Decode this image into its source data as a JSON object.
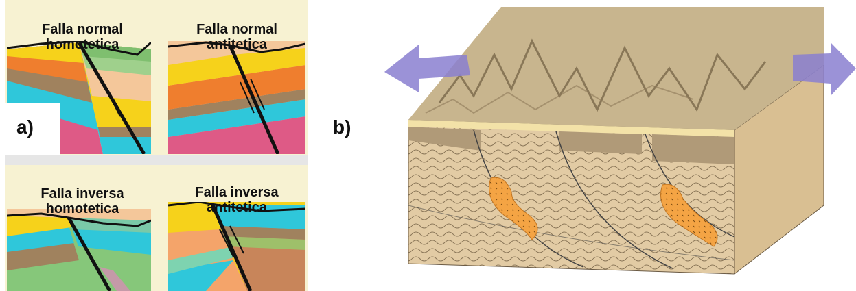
{
  "panel_a": {
    "label": "a)",
    "quadrants": [
      {
        "title_line1": "Falla normal",
        "title_line2": "homotetica"
      },
      {
        "title_line1": "Falla normal",
        "title_line2": "antitetica"
      },
      {
        "title_line1": "Falla inversa",
        "title_line2": "homotetica"
      },
      {
        "title_line1": "Falla inversa",
        "title_line2": "antitetica"
      }
    ]
  },
  "panel_b": {
    "label": "b)"
  },
  "colors": {
    "panel_bg": "#f7f2d2",
    "sky_gap": "#e8e8e8",
    "yellow": "#f6d21b",
    "orange": "#ef7e2e",
    "brown": "#a0825e",
    "cyan": "#2fc7da",
    "pink": "#de5a86",
    "green": "#86c77a",
    "peach": "#f4c79a",
    "olive": "#9ec06a",
    "tan_block": "#e2cba4",
    "terrain": "#c8b58e",
    "arrow": "#8a7fd0",
    "orange_body": "#f4a444"
  }
}
